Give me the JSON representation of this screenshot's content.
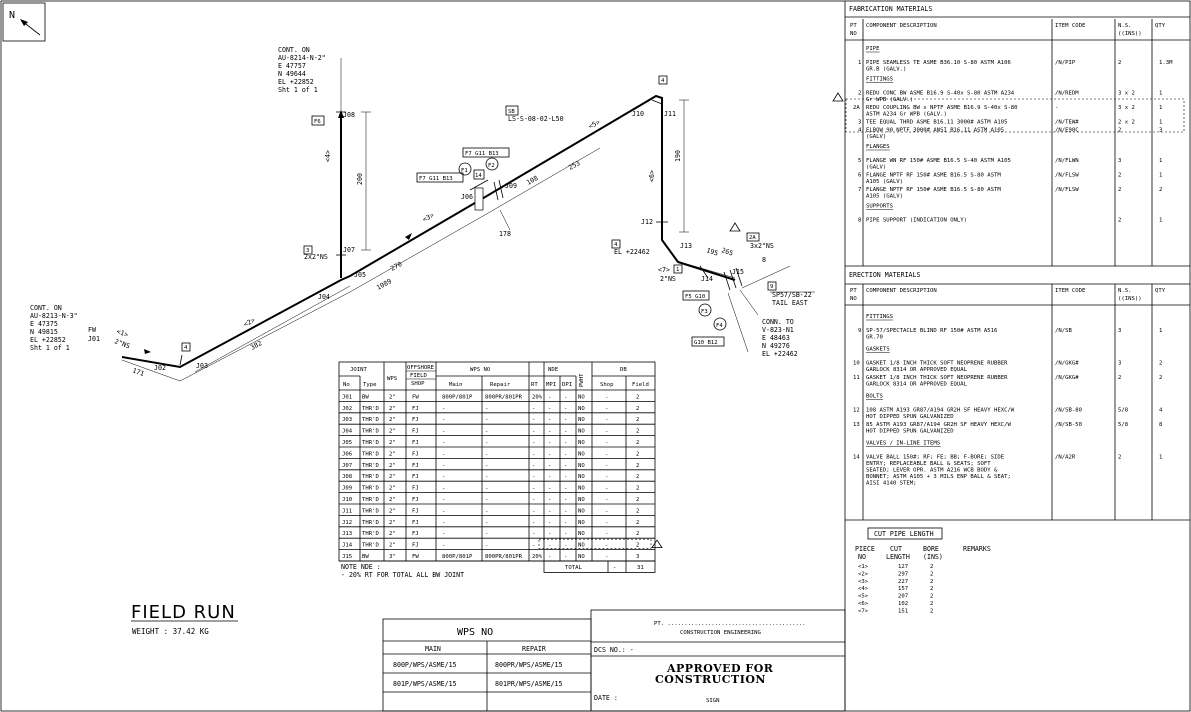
{
  "north_label": "N",
  "connections": {
    "top": [
      "CONT. ON",
      "AU-8214-N-2\"",
      "E 47757",
      "N 49644",
      "EL +22852",
      "Sht 1 of 1"
    ],
    "left": [
      "CONT. ON",
      "AU-8213-N-3\"",
      "E 47375",
      "N 49815",
      "EL +22852",
      "Sht 1 of 1"
    ],
    "right": [
      "CONN. TO",
      "V-823-N1",
      "E 48463",
      "N 49276",
      "EL +22462"
    ]
  },
  "iso_labels": {
    "j01": "J01",
    "j02": "J02",
    "j03": "J03",
    "j04": "J04",
    "j05": "J05",
    "j06": "J06",
    "j07": "J07",
    "j08": "J08",
    "j09": "J09",
    "j10": "J10",
    "j11": "J11",
    "j12": "J12",
    "j13": "J13",
    "j14": "J14",
    "j15": "J15",
    "fw": "FW",
    "dim171": "171",
    "dim382": "382",
    "dim1089": "1089",
    "dim270": "270",
    "dim108": "108",
    "dim253": "253",
    "dim200": "200",
    "dim190": "190",
    "dim195": "195",
    "dim265": "265",
    "dim178": "178",
    "p1": "<1>",
    "p2": "<2>",
    "p3": "<3>",
    "p4": "<4>",
    "p5": "<5>",
    "p6": "<6>",
    "p7": "<7>",
    "ns2": "2\"NS",
    "ns2b": "2\"NS",
    "ns32": "3x2\"NS",
    "ns22": "2x2\"NS",
    "el22462": "EL +22462",
    "sb": "SB",
    "sb_line": "LS-S-08-02-L50",
    "f7a": "F7 G11 B13",
    "f7b": "F7 G11 B13",
    "f1": "F1",
    "f2": "F2",
    "f3": "F3",
    "f4": "F4",
    "f6": "F6",
    "f5": "F5 G10",
    "g10": "G10 B12",
    "n14": "14",
    "n9": "9",
    "n8": "8",
    "n4a": "4",
    "n4b": "4",
    "n4c": "4",
    "n1": "1",
    "n3": "3",
    "n2a": "2A",
    "sp": "SP57/SB-22",
    "tail": "TAIL EAST"
  },
  "joint_table": {
    "head1": [
      "JOINT",
      "",
      "WPS",
      "OFFSHORE FIELD SHOP",
      "WPS NO",
      "NDE",
      "PWHT",
      "DB"
    ],
    "sub": [
      "No",
      "Type",
      "Main",
      "Repair",
      "RT",
      "MPI",
      "DPI",
      "Shop",
      "Field"
    ],
    "rows": [
      [
        "J01",
        "BW",
        "2\"",
        "FW",
        "800P/801P",
        "800PR/801PR",
        "20%",
        "-",
        "-",
        "NO",
        "-",
        "2"
      ],
      [
        "J02",
        "THR'D",
        "2\"",
        "FJ",
        "-",
        "-",
        "-",
        "-",
        "-",
        "NO",
        "-",
        "2"
      ],
      [
        "J03",
        "THR'D",
        "2\"",
        "FJ",
        "-",
        "-",
        "-",
        "-",
        "-",
        "NO",
        "-",
        "2"
      ],
      [
        "J04",
        "THR'D",
        "2\"",
        "FJ",
        "-",
        "-",
        "-",
        "-",
        "-",
        "NO",
        "-",
        "2"
      ],
      [
        "J05",
        "THR'D",
        "2\"",
        "FJ",
        "-",
        "-",
        "-",
        "-",
        "-",
        "NO",
        "-",
        "2"
      ],
      [
        "J06",
        "THR'D",
        "2\"",
        "FJ",
        "-",
        "-",
        "-",
        "-",
        "-",
        "NO",
        "-",
        "2"
      ],
      [
        "J07",
        "THR'D",
        "2\"",
        "FJ",
        "-",
        "-",
        "-",
        "-",
        "-",
        "NO",
        "-",
        "2"
      ],
      [
        "J08",
        "THR'D",
        "2\"",
        "FJ",
        "-",
        "-",
        "-",
        "-",
        "-",
        "NO",
        "-",
        "2"
      ],
      [
        "J09",
        "THR'D",
        "2\"",
        "FJ",
        "-",
        "-",
        "-",
        "-",
        "-",
        "NO",
        "-",
        "2"
      ],
      [
        "J10",
        "THR'D",
        "2\"",
        "FJ",
        "-",
        "-",
        "-",
        "-",
        "-",
        "NO",
        "-",
        "2"
      ],
      [
        "J11",
        "THR'D",
        "2\"",
        "FJ",
        "-",
        "-",
        "-",
        "-",
        "-",
        "NO",
        "-",
        "2"
      ],
      [
        "J12",
        "THR'D",
        "2\"",
        "FJ",
        "-",
        "-",
        "-",
        "-",
        "-",
        "NO",
        "-",
        "2"
      ],
      [
        "J13",
        "THR'D",
        "2\"",
        "FJ",
        "-",
        "-",
        "-",
        "-",
        "-",
        "NO",
        "-",
        "2"
      ],
      [
        "J14",
        "THR'D",
        "2\"",
        "FJ",
        "-",
        "-",
        "-",
        "-",
        "-",
        "NO",
        "-",
        "2"
      ],
      [
        "J15",
        "BW",
        "3\"",
        "FW",
        "800P/801P",
        "800PR/801PR",
        "20%",
        "-",
        "-",
        "NO",
        "-",
        "3"
      ]
    ],
    "total_label": "TOTAL",
    "total_shop": "-",
    "total_field": "31",
    "note_title": "NOTE NDE :",
    "note_line": "- 20% RT FOR TOTAL ALL BW JOINT"
  },
  "field_run": {
    "title": "FIELD RUN",
    "weight": "WEIGHT : 37.42 KG"
  },
  "wps_box": {
    "title": "WPS NO",
    "main": "MAIN",
    "repair": "REPAIR",
    "rows": [
      [
        "800P/WPS/ASME/15",
        "800PR/WPS/ASME/15"
      ],
      [
        "801P/WPS/ASME/15",
        "801PR/WPS/ASME/15"
      ]
    ]
  },
  "approval": {
    "pt": "PT. .........................................",
    "dept": "CONSTRUCTION ENGINEERING",
    "dcs": "DCS NO.: -",
    "approved1": "APPROVED FOR",
    "approved2": "CONSTRUCTION",
    "date": "DATE :",
    "sign": "SIGN"
  },
  "fabrication": {
    "title": "FABRICATION MATERIALS",
    "headers": [
      "PT",
      "NO",
      "COMPONENT DESCRIPTION",
      "ITEM CODE",
      "N.S.",
      "((INS))",
      "QTY"
    ],
    "sections": [
      {
        "name": "PIPE",
        "items": [
          {
            "no": "1",
            "desc": [
              "PIPE SEAMLESS TE  ASME B36.10 S-80 ASTM A106",
              "GR.B (GALV.)"
            ],
            "code": "/N/PIP",
            "ns": "2",
            "qty": "1.3M"
          }
        ]
      },
      {
        "name": "FITTINGS",
        "items": [
          {
            "no": "2",
            "desc": [
              "REDU CONC BW ASME B16.9 S-40x S-80 ASTM A234",
              "Gr WPB (GALV.)"
            ],
            "code": "/N/REDM",
            "ns": "3 x 2",
            "qty": "1"
          },
          {
            "no": "2A",
            "desc": [
              "REDU COUPLING BW x NPTF ASME B16.9 S-40x S-80",
              "ASTM A234 Gr WPB (GALV.)"
            ],
            "code": "-",
            "ns": "3 x 2",
            "qty": "1"
          },
          {
            "no": "3",
            "desc": [
              "TEE EQUAL THRD ASME B16.11 3000# ASTM A105"
            ],
            "code": "/N/TEW#",
            "ns": "2 x 2",
            "qty": "1"
          },
          {
            "no": "4",
            "desc": [
              "ELBOW 90 NPTF 3000# ANSI B16.11  ASTM A105",
              "(GALV)"
            ],
            "code": "/N/E90C",
            "ns": "2",
            "qty": "3"
          }
        ]
      },
      {
        "name": "FLANGES",
        "items": [
          {
            "no": "5",
            "desc": [
              "FLANGE WN  RF 150# ASME B16.5 S-40  ASTM A105",
              "(GALV)"
            ],
            "code": "/N/FLWN",
            "ns": "3",
            "qty": "1"
          },
          {
            "no": "6",
            "desc": [
              "FLANGE NPTF RF 150# ASME B16.5 S-80  ASTM",
              "A105 (GALV)"
            ],
            "code": "/N/FLSW",
            "ns": "2",
            "qty": "1"
          },
          {
            "no": "7",
            "desc": [
              "FLANGE NPTF RF 150# ASME B16.5 S-80  ASTM",
              "A105 (GALV)"
            ],
            "code": "/N/FLSW",
            "ns": "2",
            "qty": "2"
          }
        ]
      },
      {
        "name": "SUPPORTS",
        "items": [
          {
            "no": "8",
            "desc": [
              "PIPE SUPPORT (INDICATION ONLY)"
            ],
            "code": "",
            "ns": "2",
            "qty": "1"
          }
        ]
      }
    ]
  },
  "erection": {
    "title": "ERECTION MATERIALS",
    "sections": [
      {
        "name": "FITTINGS",
        "items": [
          {
            "no": "9",
            "desc": [
              "SP-57/SPECTACLE BLIND  RF 150# ASTM A516",
              "GR.70"
            ],
            "code": "/N/SB",
            "ns": "3",
            "qty": "1"
          }
        ]
      },
      {
        "name": "GASKETS",
        "items": [
          {
            "no": "10",
            "desc": [
              "GASKET 1/8 INCH  THICK SOFT NEOPRENE RUBBER",
              "GARLOCK 8314 OR APPROVED EQUAL"
            ],
            "code": "/N/GKG#",
            "ns": "3",
            "qty": "2"
          },
          {
            "no": "11",
            "desc": [
              "GASKET 1/8 INCH  THICK SOFT NEOPRENE RUBBER",
              "GARLOCK 8314 OR APPROVED EQUAL"
            ],
            "code": "/N/GKG#",
            "ns": "2",
            "qty": "2"
          }
        ]
      },
      {
        "name": "BOLTS",
        "items": [
          {
            "no": "12",
            "desc": [
              "108 ASTM A193 GR87/A194 GR2H SF HEAVY HEXC/W",
              "HOT DIPPED SPUN GALVANIZED"
            ],
            "code": "/N/SB-80",
            "ns": "5/8",
            "qty": "4"
          },
          {
            "no": "13",
            "desc": [
              "85 ASTM A193 GR87/A194 GR2H SF HEAVY HEXC/W",
              "HOT DIPPED SPUN GALVANIZED"
            ],
            "code": "/N/SB-50",
            "ns": "5/8",
            "qty": "8"
          }
        ]
      },
      {
        "name": "VALVES / IN-LINE ITEMS",
        "items": [
          {
            "no": "14",
            "desc": [
              "VALVE BALL 150#; RF; FE; BB; F-BORE; SIDE",
              "ENTRY; REPLACEABLE BALL & SEATS; SOFT",
              "SEATED; LEVER OPR. ASTM A216 WCB BODY &",
              "BONNET; ASTM A105 + 3 MILS ENP BALL & SEAT;",
              "AISI 4140 STEM;"
            ],
            "code": "/N/A2R",
            "ns": "2",
            "qty": "1"
          }
        ]
      }
    ]
  },
  "cut_pipe": {
    "title": "CUT PIPE LENGTH",
    "headers": [
      "PIECE",
      "NO",
      "CUT",
      "LENGTH",
      "BORE",
      "(INS)",
      "REMARKS"
    ],
    "rows": [
      [
        "<1>",
        "127",
        "2"
      ],
      [
        "<2>",
        "297",
        "2"
      ],
      [
        "<3>",
        "227",
        "2"
      ],
      [
        "<4>",
        "157",
        "2"
      ],
      [
        "<5>",
        "207",
        "2"
      ],
      [
        "<6>",
        "102",
        "2"
      ],
      [
        "<7>",
        "151",
        "2"
      ]
    ]
  }
}
